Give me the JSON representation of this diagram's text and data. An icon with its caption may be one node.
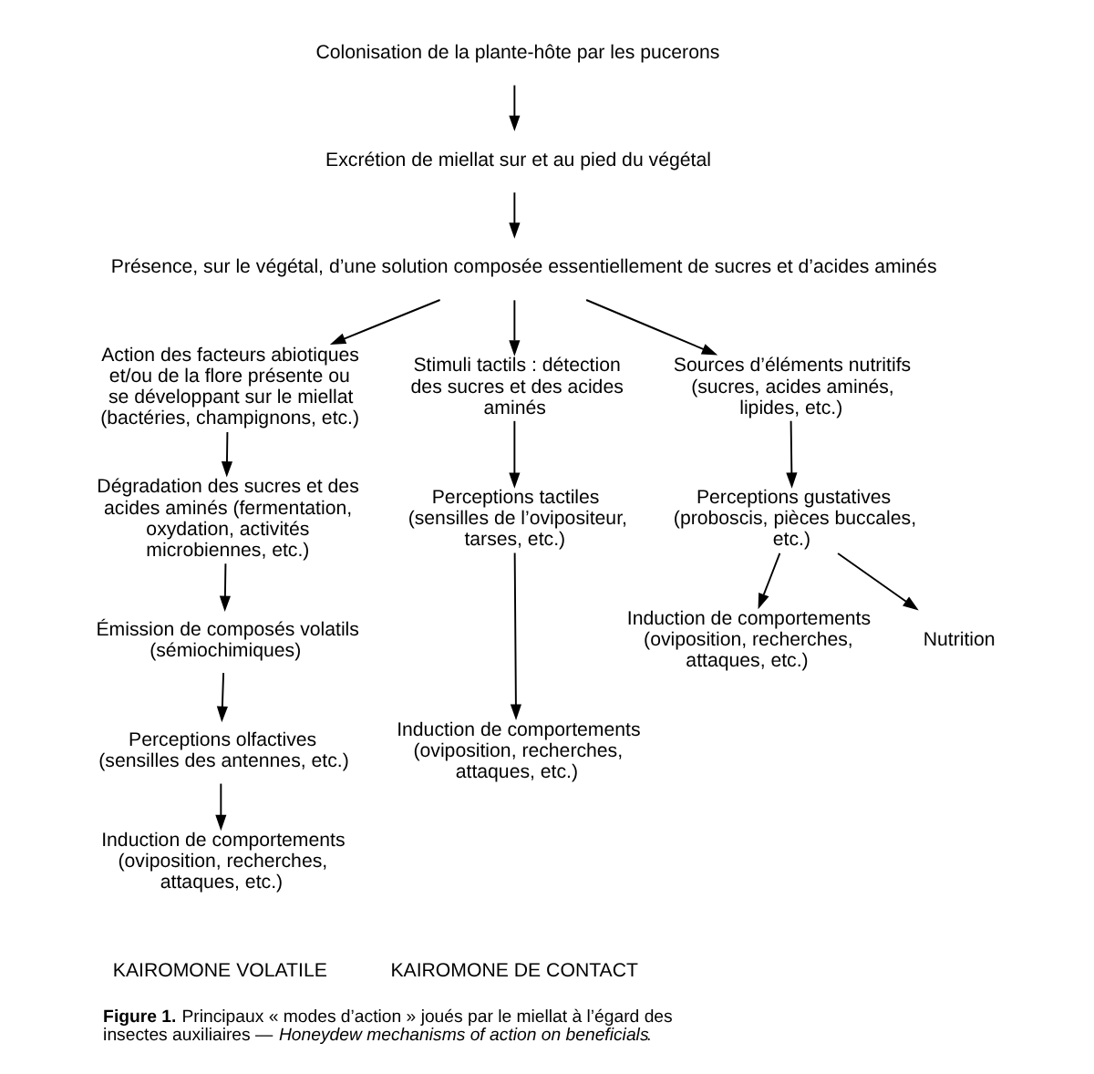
{
  "diagram": {
    "caption": "**Figure 1.** Principaux « modes d’action » joués par le miellat à l’égard des insectes auxiliaires — *Honeydew mechanisms of action on beneficials*.",
    "nodes": [
      {
        "text": [
          "Colonisation de la plante-hôte par les pucerons"
        ]
      },
      {
        "text": [
          "Excrétion de miellat sur et au pied du végétal"
        ]
      },
      {
        "text": [
          "Présence, sur le végétal, d’une solution composée essentiellement de sucres et d’acides aminés"
        ]
      },
      {
        "text": [
          "Action des facteurs abiotiques et/ou de la flore présente ou se développant sur le miellat (bactéries, champignons, etc.)"
        ]
      },
      {
        "text": [
          "Dégradation des sucres et des acides aminés (fermentation, oxydation, activités microbiennes, etc.)"
        ]
      },
      {
        "text": [
          "Émission de composés volatils (sémiochimiques)"
        ]
      },
      {
        "text": [
          "Perceptions olfactives (sensilles des antennes, etc.)"
        ]
      },
      {
        "text": [
          "Induction de comportements (oviposition, recherches, attaques, etc.)"
        ]
      },
      {
        "text": [
          "Stimuli tactils : détection des sucres et des acides aminés"
        ]
      },
      {
        "text": [
          "Perceptions tactiles (sensilles de l’ovipositeur, tarses, etc.)"
        ]
      },
      {
        "text": [
          "Induction de comportements (oviposition, recherches, attaques, etc.)"
        ]
      },
      {
        "text": [
          "Sources d’éléments nutritifs (sucres, acides aminés, lipides, etc.)"
        ]
      },
      {
        "text": [
          "Perceptions gustatives (proboscis, pièces buccales, etc.)"
        ]
      },
      {
        "text": [
          "Induction de comportements (oviposition, recherches, attaques, etc.)"
        ]
      },
      {
        "text": [
          "Nutrition"
        ]
      }
    ],
    "edges": [
      {
        "from": 0,
        "to": 1,
        "arrow": "to"
      },
      {
        "from": 1,
        "to": 2,
        "arrow": "to"
      },
      {
        "from": 2,
        "to": 3,
        "arrow": "to"
      },
      {
        "from": 2,
        "to": 8,
        "arrow": "to"
      },
      {
        "from": 2,
        "to": 11,
        "arrow": "to"
      },
      {
        "from": 3,
        "to": 4,
        "arrow": "to"
      },
      {
        "from": 4,
        "to": 5,
        "arrow": "to"
      },
      {
        "from": 5,
        "to": 6,
        "arrow": "to"
      },
      {
        "from": 6,
        "to": 7,
        "arrow": "to"
      },
      {
        "from": 8,
        "to": 9,
        "arrow": "to"
      },
      {
        "from": 9,
        "to": 10,
        "arrow": "to"
      },
      {
        "from": 11,
        "to": 12,
        "arrow": "to"
      },
      {
        "from": 12,
        "to": 13,
        "arrow": "to"
      },
      {
        "from": 12,
        "to": 14,
        "arrow": "to"
      }
    ],
    "labels": [
      "KAIROMONE VOLATILE",
      "KAIROMONE DE CONTACT"
    ]
  }
}
